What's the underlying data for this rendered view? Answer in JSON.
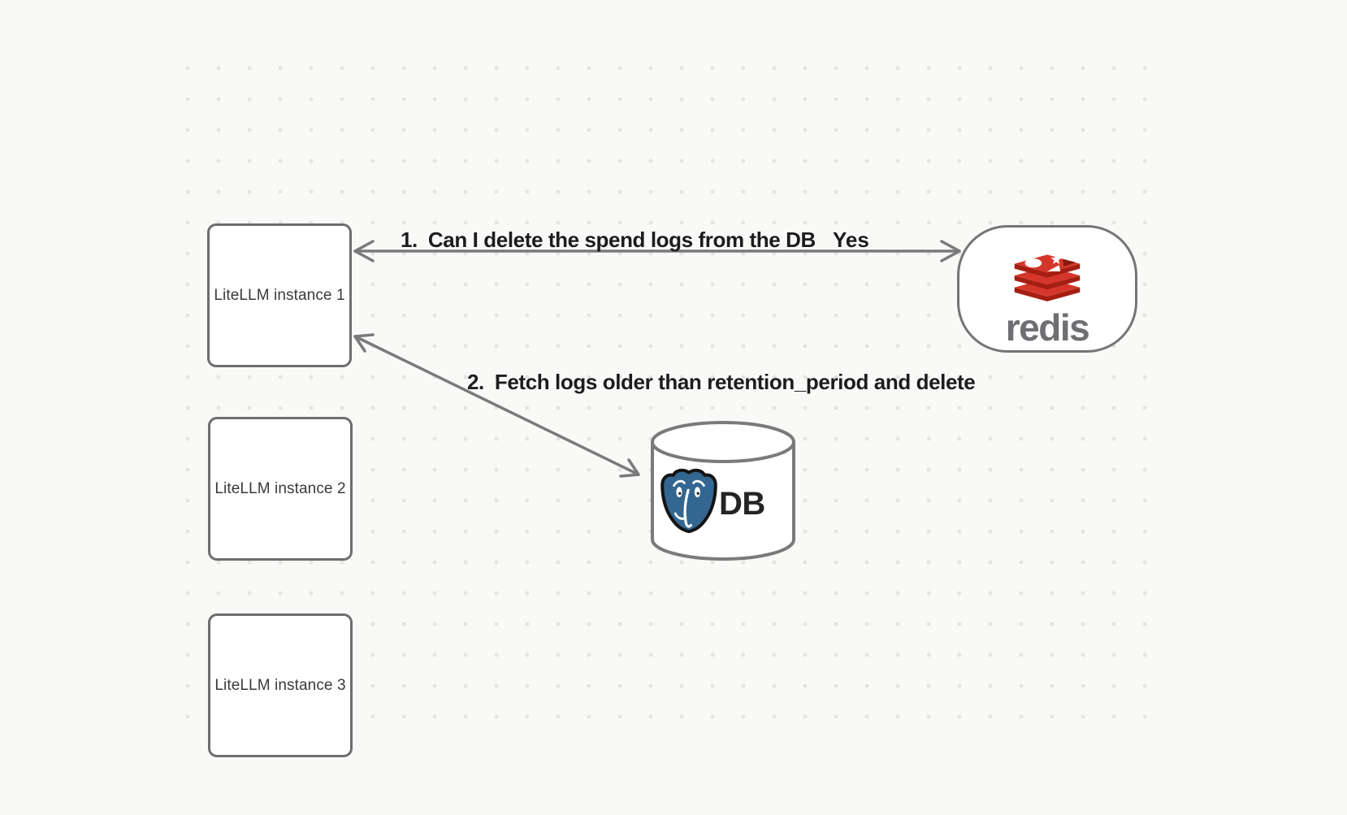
{
  "canvas": {
    "background_color": "#f9f9f8",
    "dot_color": "#e3e3e1"
  },
  "nodes": {
    "litellm_instances": [
      {
        "label": "LiteLLM instance 1"
      },
      {
        "label": "LiteLLM instance 2"
      },
      {
        "label": "LiteLLM instance 3"
      }
    ],
    "redis": {
      "label": "redis",
      "icon": "redis-stack-icon",
      "brand_red": "#d5362b",
      "brand_red_dark": "#a41e11",
      "wordmark_color": "#6e6f72"
    },
    "db": {
      "label": "DB",
      "icon": "postgresql-elephant-icon",
      "postgres_blue": "#336791"
    }
  },
  "edges": [
    {
      "number": "1.",
      "label": "Can I delete the spend logs from the DB",
      "response": "Yes",
      "from": "litellm-instance-1",
      "to": "redis",
      "direction": "bidirectional"
    },
    {
      "number": "2.",
      "label": "Fetch logs older than retention_period and delete",
      "from": "litellm-instance-1",
      "to": "db",
      "direction": "bidirectional"
    }
  ]
}
